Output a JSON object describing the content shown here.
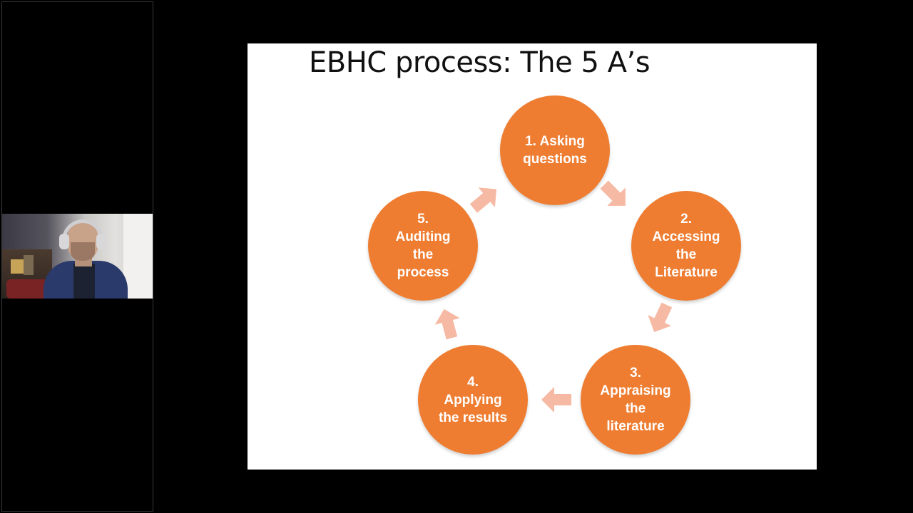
{
  "slide": {
    "title": "EBHC process: The 5 A’s",
    "steps": [
      {
        "label": "1. Asking\nquestions"
      },
      {
        "label": "2.\nAccessing\nthe\nLiterature"
      },
      {
        "label": "3.\nAppraising\nthe\nliterature"
      },
      {
        "label": "4.\nApplying\nthe results"
      },
      {
        "label": "5.\nAuditing\nthe\nprocess"
      }
    ],
    "colors": {
      "circle": "#ee7d31",
      "arrow": "#f6b9a3"
    }
  }
}
